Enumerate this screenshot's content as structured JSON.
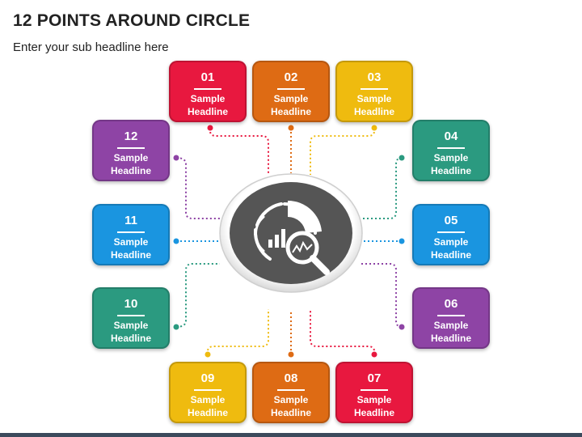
{
  "title": "12 POINTS AROUND CIRCLE",
  "subtitle": "Enter your sub headline here",
  "center_icon": "data-analysis-icon",
  "points": [
    {
      "num": "01",
      "line1": "Sample",
      "line2": "Headline",
      "color": "#e8183f"
    },
    {
      "num": "02",
      "line1": "Sample",
      "line2": "Headline",
      "color": "#de6b14"
    },
    {
      "num": "03",
      "line1": "Sample",
      "line2": "Headline",
      "color": "#efbb0f"
    },
    {
      "num": "04",
      "line1": "Sample",
      "line2": "Headline",
      "color": "#2b9a80"
    },
    {
      "num": "05",
      "line1": "Sample",
      "line2": "Headline",
      "color": "#1a95e0"
    },
    {
      "num": "06",
      "line1": "Sample",
      "line2": "Headline",
      "color": "#8e44a5"
    },
    {
      "num": "07",
      "line1": "Sample",
      "line2": "Headline",
      "color": "#e8183f"
    },
    {
      "num": "08",
      "line1": "Sample",
      "line2": "Headline",
      "color": "#de6b14"
    },
    {
      "num": "09",
      "line1": "Sample",
      "line2": "Headline",
      "color": "#efbb0f"
    },
    {
      "num": "10",
      "line1": "Sample",
      "line2": "Headline",
      "color": "#2b9a80"
    },
    {
      "num": "11",
      "line1": "Sample",
      "line2": "Headline",
      "color": "#1a95e0"
    },
    {
      "num": "12",
      "line1": "Sample",
      "line2": "Headline",
      "color": "#8e44a5"
    }
  ]
}
